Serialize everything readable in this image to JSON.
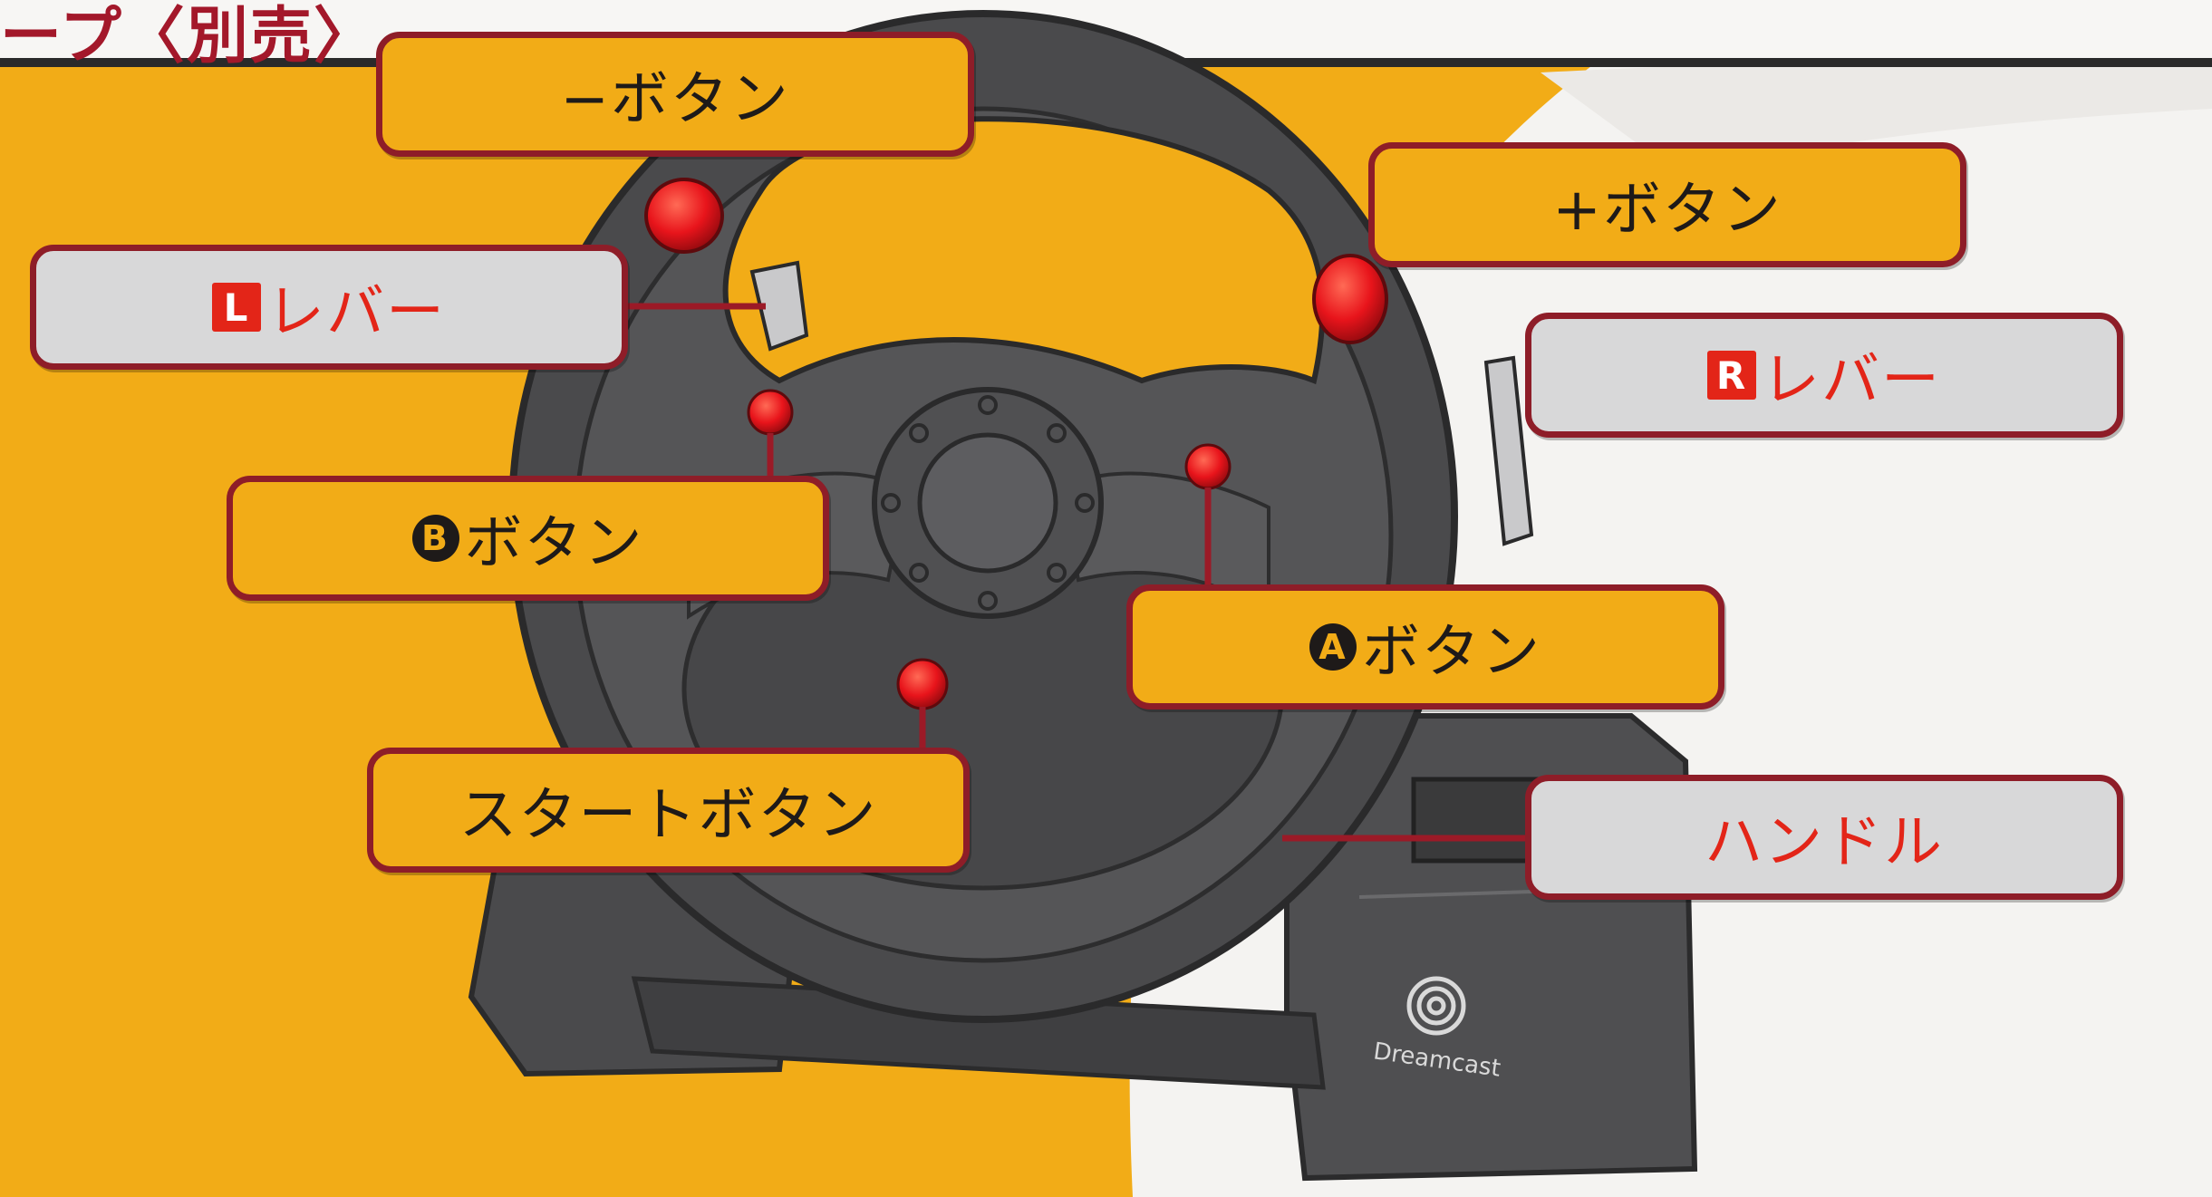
{
  "header": {
    "title": "ープ〈別売〉"
  },
  "brand": {
    "logo_text": "Dreamcast"
  },
  "colors": {
    "accent_orange": "#f2ac17",
    "callout_border": "#8e1d28",
    "label_red": "#e32518",
    "callout_grey": "#d8d8d9",
    "device_grey": "#4a4a4c",
    "button_red": "#e8141b"
  },
  "callouts": {
    "minus_button": "−ボタン",
    "plus_button": "+ボタン",
    "l_lever": {
      "badge": "L",
      "text": "レバー"
    },
    "r_lever": {
      "badge": "R",
      "text": "レバー"
    },
    "b_button": {
      "badge": "B",
      "text": "ボタン"
    },
    "a_button": {
      "badge": "A",
      "text": "ボタン"
    },
    "start_button": "スタートボタン",
    "handle": "ハンドル"
  }
}
